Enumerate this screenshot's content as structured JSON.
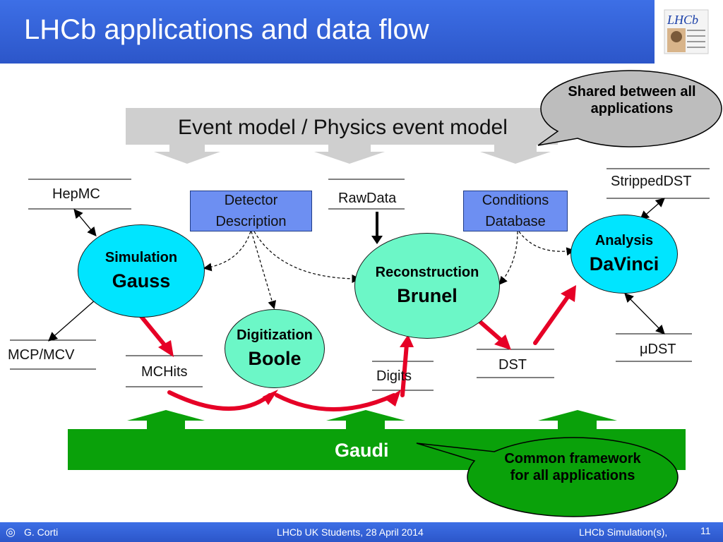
{
  "title": "LHCb applications and data flow",
  "event_model_label": "Event model / Physics event model",
  "gaudi_label": "Gaudi",
  "callouts": {
    "shared": "Shared between all applications",
    "common": "Common framework for all applications"
  },
  "applications": {
    "simulation": {
      "role": "Simulation",
      "name": "Gauss"
    },
    "digitization": {
      "role": "Digitization",
      "name": "Boole"
    },
    "reconstruction": {
      "role": "Reconstruction",
      "name": "Brunel"
    },
    "analysis": {
      "role": "Analysis",
      "name": "DaVinci"
    }
  },
  "databases": {
    "detector": "Detector Description",
    "conditions": "Conditions Database"
  },
  "datastores": {
    "hepmc": "HepMC",
    "rawdata": "RawData",
    "strippeddst": "StrippedDST",
    "mcpmcv": "MCP/MCV",
    "mchits": "MCHits",
    "digits": "Digits",
    "dst": "DST",
    "microdst": "μDST"
  },
  "footer": {
    "author": "G. Corti",
    "event": "LHCb UK Students, 28 April 2014",
    "topic": "LHCb Simulation(s),",
    "page": "11"
  },
  "colors": {
    "header": "#2f5bd6",
    "app_fill": "#00e5ff",
    "digitization_fill": "#6cf7c7",
    "database_fill": "#6d8ff2",
    "gaudi_green": "#0aa10a",
    "dataflow_red": "#e60026",
    "event_model_gray": "#cfcfcf"
  }
}
